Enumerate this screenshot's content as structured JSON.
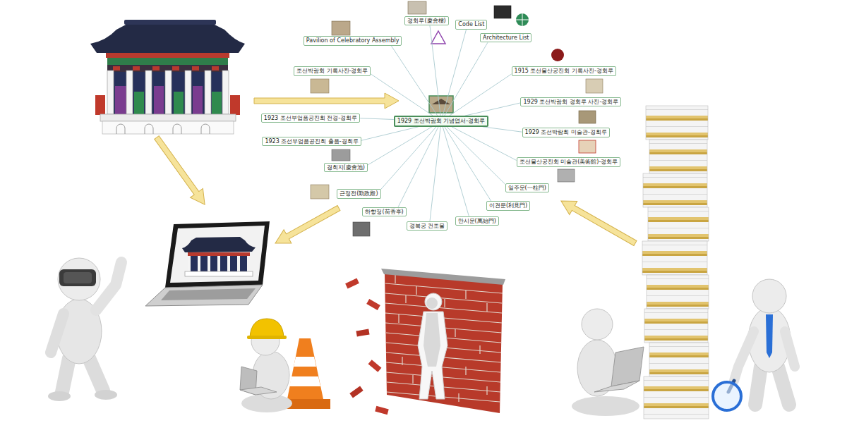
{
  "diagram": {
    "nodes": [
      {
        "text": [
          "1929 조선박람회 기념엽서-경회루"
        ]
      },
      {
        "text": [
          "경회루(慶會樓)"
        ]
      },
      {
        "text": [
          "Code List"
        ]
      },
      {
        "text": [
          "Architecture List"
        ]
      },
      {
        "text": [
          "Pavilion of Celebratory Assembly"
        ]
      },
      {
        "text": [
          "조선박람회 기록사진-경회루"
        ]
      },
      {
        "text": [
          "1915 조선물산공진회 기록사진-경회루"
        ]
      },
      {
        "text": [
          "1929 조선박람회 경회루 사진-경회루"
        ]
      },
      {
        "text": [
          "1923 조선부업품공진회 전경-경회루"
        ]
      },
      {
        "text": [
          "1929 조선박람회 미술관-경회루"
        ]
      },
      {
        "text": [
          "조선물산공진회 미술관(美術館)-경회루"
        ]
      },
      {
        "text": [
          "1923 조선부업품공진회 출품-경회루"
        ]
      },
      {
        "text": [
          "일주문(一柱門)"
        ]
      },
      {
        "text": [
          "경회지(慶會池)"
        ]
      },
      {
        "text": [
          "근정전(勤政殿)"
        ]
      },
      {
        "text": [
          "이견문(利見門)"
        ]
      },
      {
        "text": [
          "만시문(萬始門)"
        ]
      },
      {
        "text": [
          "하향정(荷香亭)"
        ]
      },
      {
        "text": [
          "경복궁 건조물"
        ]
      }
    ],
    "edges": [
      {
        "from": 0,
        "to": 1,
        "arrow": "none"
      },
      {
        "from": 0,
        "to": 2,
        "arrow": "none"
      },
      {
        "from": 0,
        "to": 3,
        "arrow": "none"
      },
      {
        "from": 0,
        "to": 4,
        "arrow": "none"
      },
      {
        "from": 0,
        "to": 5,
        "arrow": "none"
      },
      {
        "from": 0,
        "to": 6,
        "arrow": "none"
      },
      {
        "from": 0,
        "to": 7,
        "arrow": "none"
      },
      {
        "from": 0,
        "to": 8,
        "arrow": "none"
      },
      {
        "from": 0,
        "to": 9,
        "arrow": "none"
      },
      {
        "from": 0,
        "to": 10,
        "arrow": "none"
      },
      {
        "from": 0,
        "to": 11,
        "arrow": "none"
      },
      {
        "from": 0,
        "to": 12,
        "arrow": "none"
      },
      {
        "from": 0,
        "to": 13,
        "arrow": "none"
      },
      {
        "from": 0,
        "to": 14,
        "arrow": "none"
      },
      {
        "from": 0,
        "to": 15,
        "arrow": "none"
      },
      {
        "from": 0,
        "to": 16,
        "arrow": "none"
      },
      {
        "from": 0,
        "to": 17,
        "arrow": "none"
      },
      {
        "from": 0,
        "to": 18,
        "arrow": "none"
      }
    ]
  }
}
